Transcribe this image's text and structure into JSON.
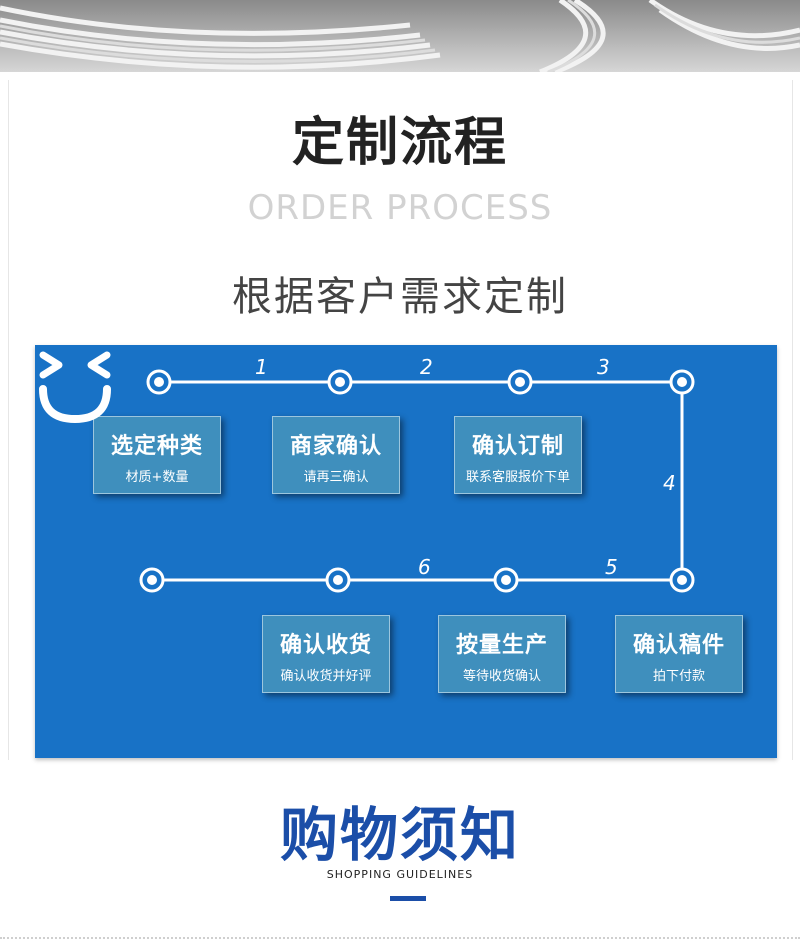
{
  "header": {
    "title": "定制流程",
    "subtitle_en": "ORDER PROCESS",
    "tagline": "根据客户需求定制"
  },
  "process": {
    "step_numbers": [
      "1",
      "2",
      "3",
      "4",
      "5",
      "6"
    ],
    "cards": [
      {
        "title": "选定种类",
        "desc": "材质+数量"
      },
      {
        "title": "商家确认",
        "desc": "请再三确认"
      },
      {
        "title": "确认订制",
        "desc": "联系客服报价下单"
      },
      {
        "title": "确认稿件",
        "desc": "拍下付款"
      },
      {
        "title": "按量生产",
        "desc": "等待收货确认"
      },
      {
        "title": "确认收货",
        "desc": "确认收货并好评"
      }
    ]
  },
  "guidelines": {
    "title": "购物须知",
    "subtitle_en": "SHOPPING GUIDELINES"
  },
  "colors": {
    "panel_blue": "#1872c6",
    "card_teal": "#3f8fbd",
    "accent_navy": "#1b4ea8"
  }
}
